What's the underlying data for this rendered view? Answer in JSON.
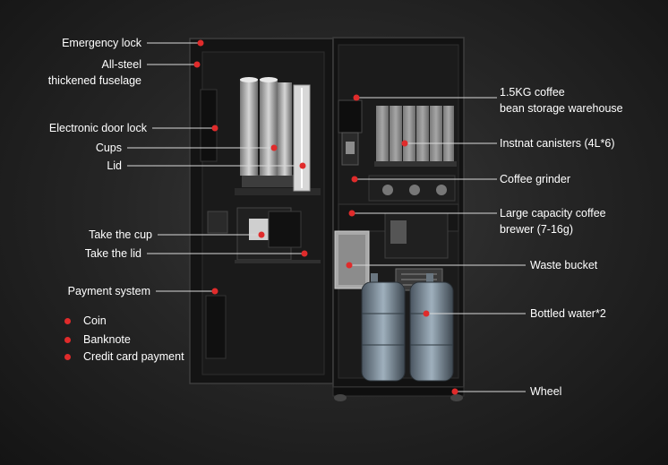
{
  "labels": {
    "emergency_lock": "Emergency lock",
    "all_steel_1": "All-steel",
    "all_steel_2": "thickened fuselage",
    "electronic_door_lock": "Electronic door lock",
    "cups": "Cups",
    "lid": "Lid",
    "take_the_cup": "Take the cup",
    "take_the_lid": "Take the lid",
    "payment_system": "Payment system",
    "bean_storage_1": "1.5KG coffee",
    "bean_storage_2": "bean storage warehouse",
    "instant_canisters": "Instnat canisters (4L*6)",
    "coffee_grinder": "Coffee grinder",
    "brewer_1": "Large capacity coffee",
    "brewer_2": "brewer (7-16g)",
    "waste_bucket": "Waste bucket",
    "bottled_water": "Bottled water*2",
    "wheel": "Wheel"
  },
  "payment_methods": [
    "Coin",
    "Banknote",
    "Credit card payment"
  ],
  "colors": {
    "accent": "#e02b2b",
    "text": "#ffffff",
    "line": "#d9d9d9",
    "cabinet": "#161616"
  }
}
